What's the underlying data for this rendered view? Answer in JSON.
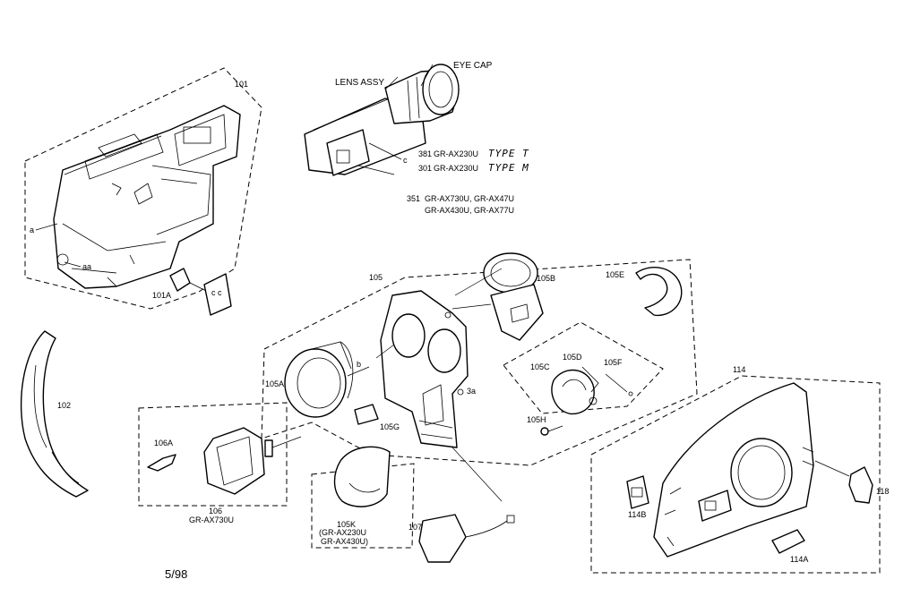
{
  "labels": {
    "eye_cap": "EYE CAP",
    "lens_assy": "LENS ASSY",
    "p101": "101",
    "p101a": "101A",
    "p102": "102",
    "p105": "105",
    "p105a": "105A",
    "p105b": "105B",
    "p105c": "105C",
    "p105d": "105D",
    "p105e": "105E",
    "p105f": "105F",
    "p105g": "105G",
    "p105h": "105H",
    "p105k": "105K",
    "p105k_models_1": "(GR-AX230U",
    "p105k_models_2": "GR-AX430U)",
    "p106": "106",
    "p106_model": "GR-AX730U",
    "p106a": "106A",
    "p107": "107",
    "p114": "114",
    "p114a": "114A",
    "p114b": "114B",
    "p118": "118",
    "ref_a": "a",
    "ref_aa": "aa",
    "ref_3a": "3a",
    "ref_b": "b",
    "ref_c": "c",
    "ref_cc": "c c",
    "page_number": "5/98"
  },
  "model_notes": {
    "line1_code": "381",
    "line1_model": "GR-AX230U",
    "line1_hand": "TYPE T",
    "line2_code": "301",
    "line2_model": "GR-AX230U",
    "line2_hand": "TYPE M",
    "line3_code": "351",
    "line3_models": "GR-AX730U, GR-AX47U",
    "line4_models": "GR-AX430U, GR-AX77U"
  }
}
